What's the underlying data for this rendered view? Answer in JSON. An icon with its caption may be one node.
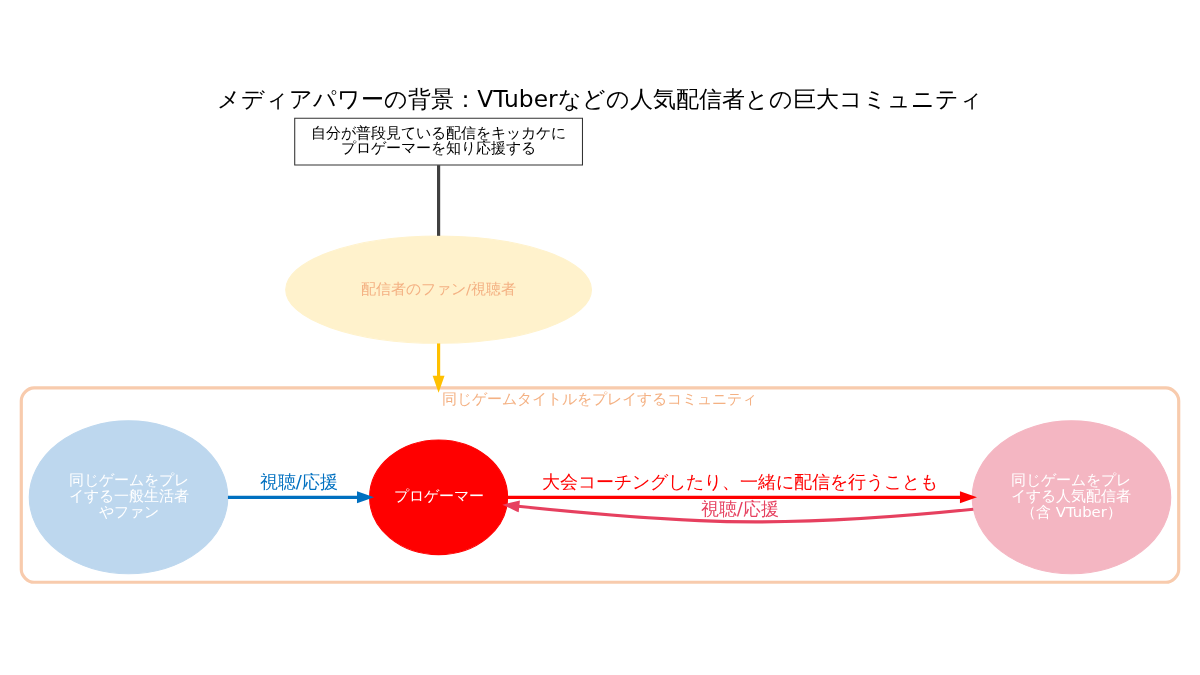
{
  "diagram": {
    "title": "メディアパワーの背景：VTuberなどの人気配信者との巨大コミュニティ",
    "nodes": [
      {
        "text": [
          "同じゲームタイトルをプレイするコミュニティ"
        ]
      },
      {
        "text": [
          "同じゲームをプレイする人気配信者",
          "（含 VTuber）"
        ],
        "in": 0
      },
      {
        "text": [
          "プロゲーマー"
        ],
        "in": 0
      },
      {
        "text": [
          "同じゲームをプレイする一般生活者やファン"
        ],
        "in": 0
      },
      {
        "text": [
          "配信者のファン/視聴者"
        ]
      },
      {
        "text": [
          "自分が普段見ている配信をキッカケにプロゲーマーを知り応援する"
        ]
      }
    ],
    "edges": [
      {
        "from": 1,
        "to": 2,
        "arrow": "to",
        "label": "視聴/応援",
        "color": "#e6405f"
      },
      {
        "from": 3,
        "to": 2,
        "arrow": "to",
        "label": "視聴/応援",
        "color": "#0070c0"
      },
      {
        "from": 2,
        "to": 1,
        "arrow": "to",
        "label": "大会コーチングしたり、一緒に配信を行うことも",
        "color": "#ff0000"
      },
      {
        "from": 4,
        "to": 0,
        "arrow": "to",
        "color": "#ffc000"
      },
      {
        "from": 5,
        "to": 4,
        "arrow": "none",
        "color": "#404040"
      }
    ]
  }
}
